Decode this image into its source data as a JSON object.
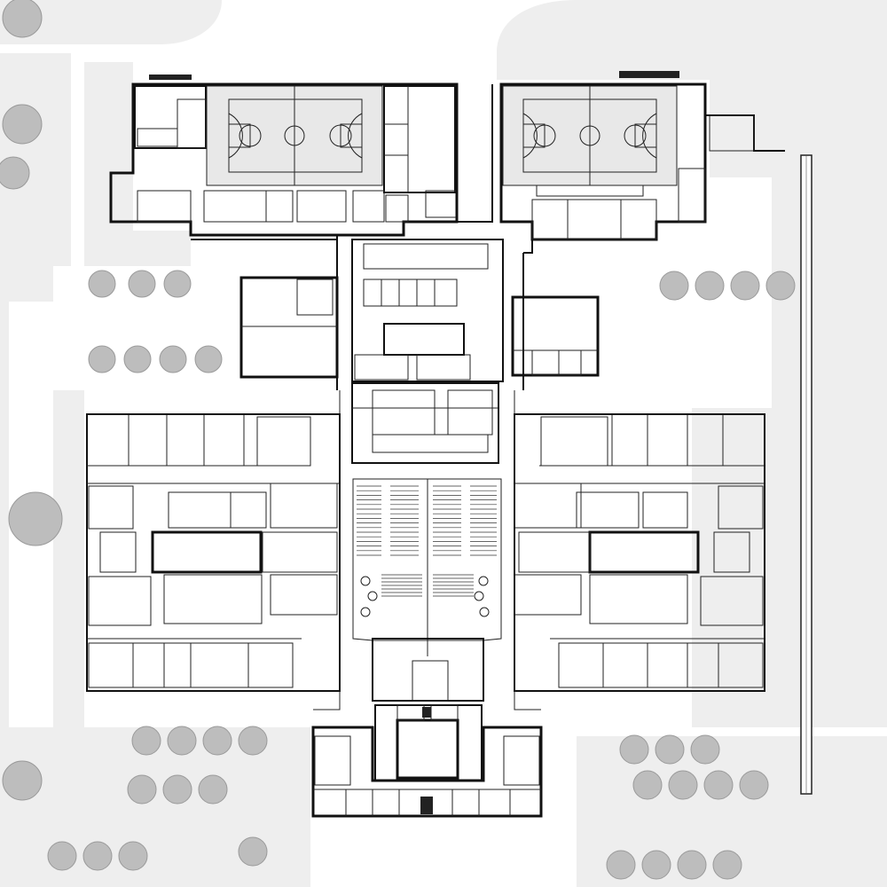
{
  "drawing": {
    "type": "site-plan",
    "colors": {
      "background": "#ffffff",
      "ground": "#eeeeee",
      "walls": "#111111",
      "court": "#e8e8e8",
      "trees": "#bdbdbd"
    },
    "icons": [
      "tree-icon",
      "basketball-court",
      "auditorium-seating"
    ]
  }
}
